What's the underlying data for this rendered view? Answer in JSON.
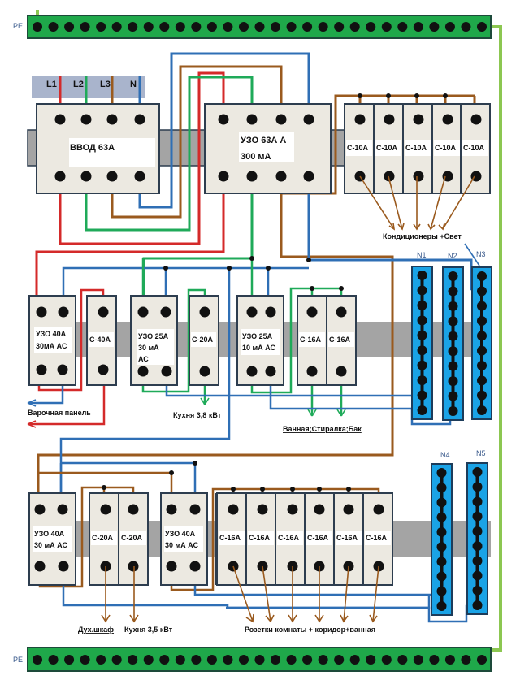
{
  "colors": {
    "phase_l1": "#d42a2a",
    "phase_l2": "#1faa59",
    "phase_l3": "#9a5a1e",
    "neutral": "#2f6fb5",
    "pe_wire": "#8cc751",
    "pe_bar": "#1fa84a",
    "n_bar": "#1aa3e6",
    "din_rail": "#a4a4a4",
    "module_fill": "#ece9e1",
    "module_border": "#2d3d4f"
  },
  "pe_bars": {
    "top_label": "PE",
    "bottom_label": "PE"
  },
  "input_terminals": {
    "labels": [
      "L1",
      "L2",
      "L3",
      "N"
    ]
  },
  "row1": {
    "main_switch": {
      "label_line1": "ВВОД 63А",
      "label_line2": ""
    },
    "main_rcd": {
      "label_line1": "УЗО 63А  А",
      "label_line2": "300 мА"
    },
    "breakers": [
      "С-10А",
      "С-10А",
      "С-10А",
      "С-10А",
      "С-10А"
    ],
    "load_label": "Кондиционеры +Свет"
  },
  "row2": {
    "rcd1": {
      "label_line1": "УЗО 40А",
      "label_line2": "30мА АС",
      "label_line3": ""
    },
    "breaker_c40": "С-40А",
    "rcd2": {
      "label_line1": "УЗО 25А",
      "label_line2": "30 мА",
      "label_line3": "АС"
    },
    "breaker_c20": "С-20А",
    "rcd3": {
      "label_line1": "УЗО 25А",
      "label_line2": "10 мА АС",
      "label_line3": ""
    },
    "breakers_c16": [
      "С-16А",
      "С-16А"
    ],
    "loads": {
      "hob": "Варочная панель",
      "kitchen": "Кухня 3,8 кВт",
      "bath": "Ванная;Стиралка;Бак"
    },
    "n_bars": [
      "N1",
      "N2",
      "N3"
    ]
  },
  "row3": {
    "rcd1": {
      "label_line1": "УЗО 40А",
      "label_line2": "30 мА АС"
    },
    "breakers_c20": [
      "С-20А",
      "С-20А"
    ],
    "rcd2": {
      "label_line1": "УЗО 40А",
      "label_line2": "30 мА АС"
    },
    "breakers_c16": [
      "С-16А",
      "С-16А",
      "С-16А",
      "С-16А",
      "С-16А",
      "С-16А"
    ],
    "loads": {
      "oven": "Дух.шкаф",
      "kitchen": "Кухня 3,5 кВт",
      "sockets": "Розетки комнаты + коридор+ванная"
    },
    "n_bars": [
      "N4",
      "N5"
    ]
  }
}
